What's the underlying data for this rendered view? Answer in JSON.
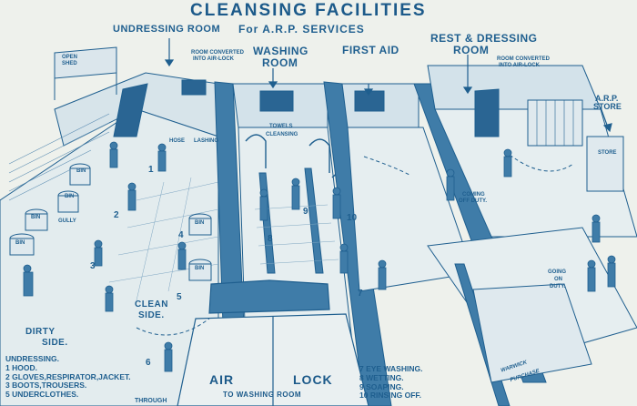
{
  "header": {
    "title": "CLEANSING FACILITIES",
    "subtitle": "For A.R.P. SERVICES"
  },
  "rooms": {
    "undressing": "UNDRESSING ROOM",
    "washing_line1": "WASHING",
    "washing_line2": "ROOM",
    "first_aid": "FIRST AID",
    "rest_line1": "REST & DRESSING",
    "rest_line2": "ROOM",
    "arp_store_line1": "A.R.P.",
    "arp_store_line2": "STORE"
  },
  "notes": {
    "open_shed_line1": "OPEN",
    "open_shed_line2": "SHED",
    "room_converted_left_line1": "ROOM CONVERTED",
    "room_converted_left_line2": "INTO AIR-LOCK",
    "room_converted_right_line1": "ROOM CONVERTED",
    "room_converted_right_line2": "INTO AIR-LOCK",
    "hose": "HOSE",
    "lashing": "LASHING",
    "towels": "TOWELS",
    "cleansing": "CLEANSING",
    "gully": "GULLY",
    "store_sign": "STORE",
    "coming_off_duty_line1": "COMING",
    "coming_off_duty_line2": "OFF DUTY.",
    "going_on_duty_line1": "GOING",
    "going_on_duty_line2": "ON",
    "going_on_duty_line3": "DUTY."
  },
  "sides": {
    "clean_line1": "CLEAN",
    "clean_line2": "SIDE.",
    "dirty_line1": "DIRTY",
    "dirty_line2": "SIDE."
  },
  "bins": [
    "BIN",
    "BIN",
    "BIN",
    "BIN",
    "BIN",
    "BIN"
  ],
  "step_numbers": [
    "1",
    "2",
    "3",
    "4",
    "5",
    "6",
    "7",
    "8",
    "9",
    "10"
  ],
  "air_lock": {
    "left": "AIR",
    "right": "LOCK",
    "sub": "TO WASHING ROOM"
  },
  "through": "THROUGH",
  "legend_left": {
    "heading": "UNDRESSING.",
    "items": [
      "1 HOOD.",
      "2 GLOVES,RESPIRATOR,JACKET.",
      "3 BOOTS,TROUSERS.",
      "5 UNDERCLOTHES."
    ]
  },
  "legend_right": {
    "items": [
      "7 EYE WASHING.",
      "8 WETTING.",
      "9 SOAPING.",
      "10 RINSING OFF."
    ]
  },
  "signature": {
    "line1": "WARWICK",
    "line2": "PURCHASE"
  },
  "colors": {
    "ink": "#1f5f8f",
    "background": "#eef1ec",
    "wall_fill": "#3f7ca8",
    "floor_fill": "#c9dbe4",
    "dark_fill": "#2a6593"
  }
}
